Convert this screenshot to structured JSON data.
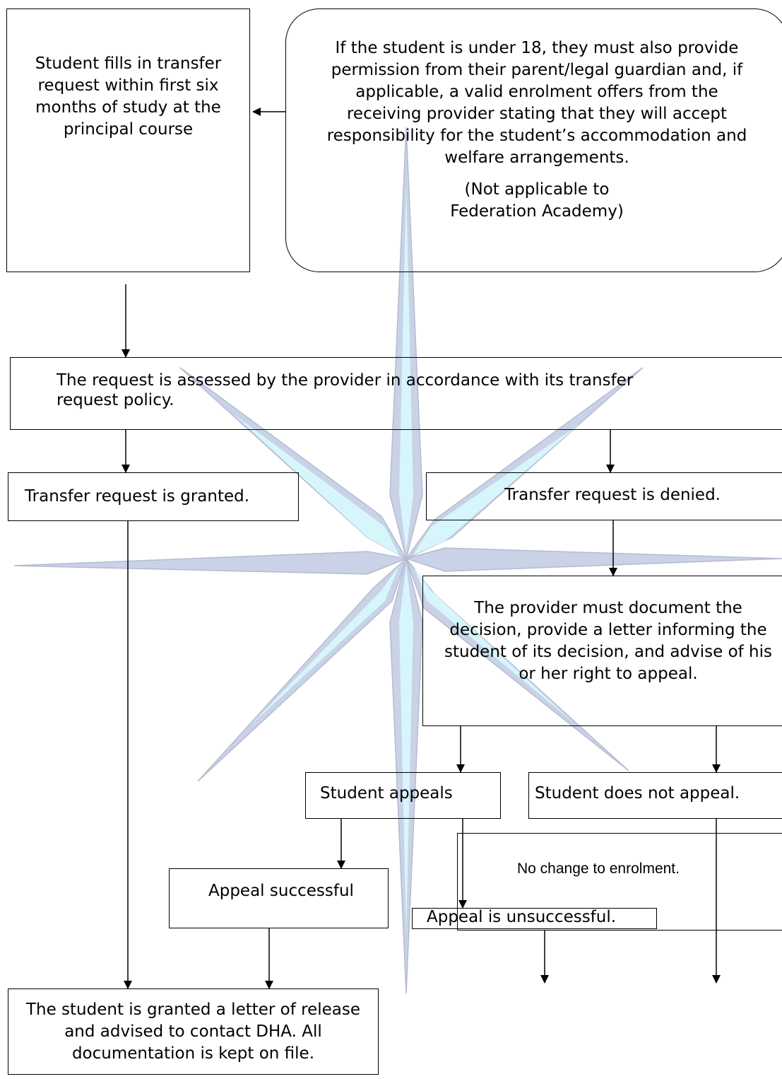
{
  "flowchart": {
    "box_initial": "Student fills in transfer request within first six months of study at the principal course",
    "box_under18": "If the student is under 18, they must also provide permission from their parent/legal guardian and, if applicable, a valid enrolment offers from the receiving provider stating that they will accept responsibility for the student’s accommodation and welfare arrangements.",
    "box_under18_note": "(Not applicable to Federation Academy)",
    "box_assessed": "The request is assessed by the provider in accordance with its transfer request policy.",
    "box_granted": "Transfer request is granted.",
    "box_denied": "Transfer request is denied.",
    "box_document": "The provider must document the decision, provide a letter informing the student of its decision, and advise of his or her right to appeal.",
    "box_appeals": "Student appeals",
    "box_not_appeal": "Student does not appeal.",
    "box_no_change": "No change to enrolment.",
    "box_appeal_success": "Appeal successful",
    "box_appeal_unsuccess": "Appeal is unsuccessful.",
    "box_release": "The student is granted a letter of release and advised to contact DHA. All documentation is kept on file."
  },
  "colors": {
    "watermark_outer": "#c9d2e6",
    "watermark_inner": "#d6f6fb",
    "watermark_edge": "#b4bccf",
    "line": "#000000"
  }
}
